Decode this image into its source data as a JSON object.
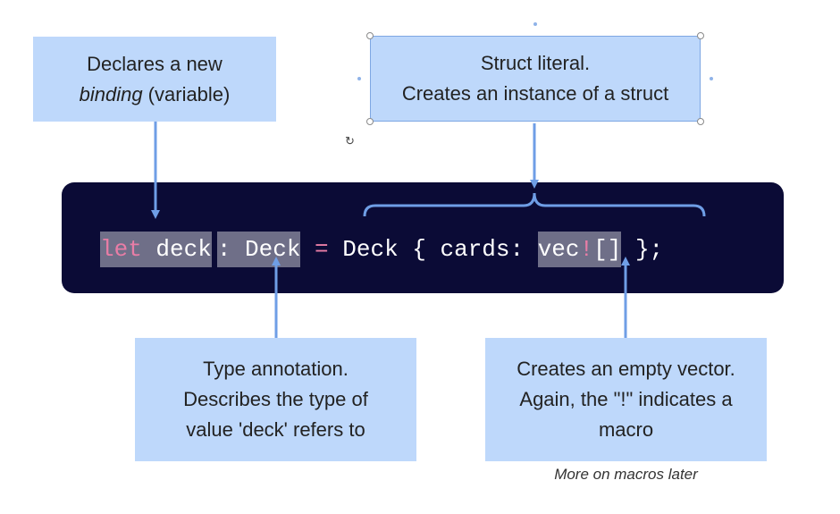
{
  "callouts": {
    "binding": {
      "line1": "Declares a new",
      "line2_em": "binding",
      "line2_rest": " (variable)"
    },
    "struct": {
      "line1": "Struct literal.",
      "line2": "Creates an instance of a struct"
    },
    "type": {
      "line1": "Type annotation.",
      "line2": "Describes the type of",
      "line3": "value 'deck' refers to"
    },
    "vec": {
      "line1": "Creates an empty vector.",
      "line2": "Again, the \"!\" indicates a",
      "line3": "macro"
    }
  },
  "code": {
    "let": "let",
    "name": " deck",
    "type": ": Deck",
    "eq": " = ",
    "literal": "Deck { cards: ",
    "vec": "vec",
    "bang": "!",
    "brackets": "[]",
    "end": " };"
  },
  "footnote": "More on macros later",
  "colors": {
    "callout_bg": "#bed8fb",
    "code_bg": "#0b0b36",
    "keyword": "#e87da6",
    "highlight": "#6f6f88",
    "arrow": "#6f9ee6"
  },
  "icons": {
    "cursor": "rotate-cursor-icon"
  }
}
